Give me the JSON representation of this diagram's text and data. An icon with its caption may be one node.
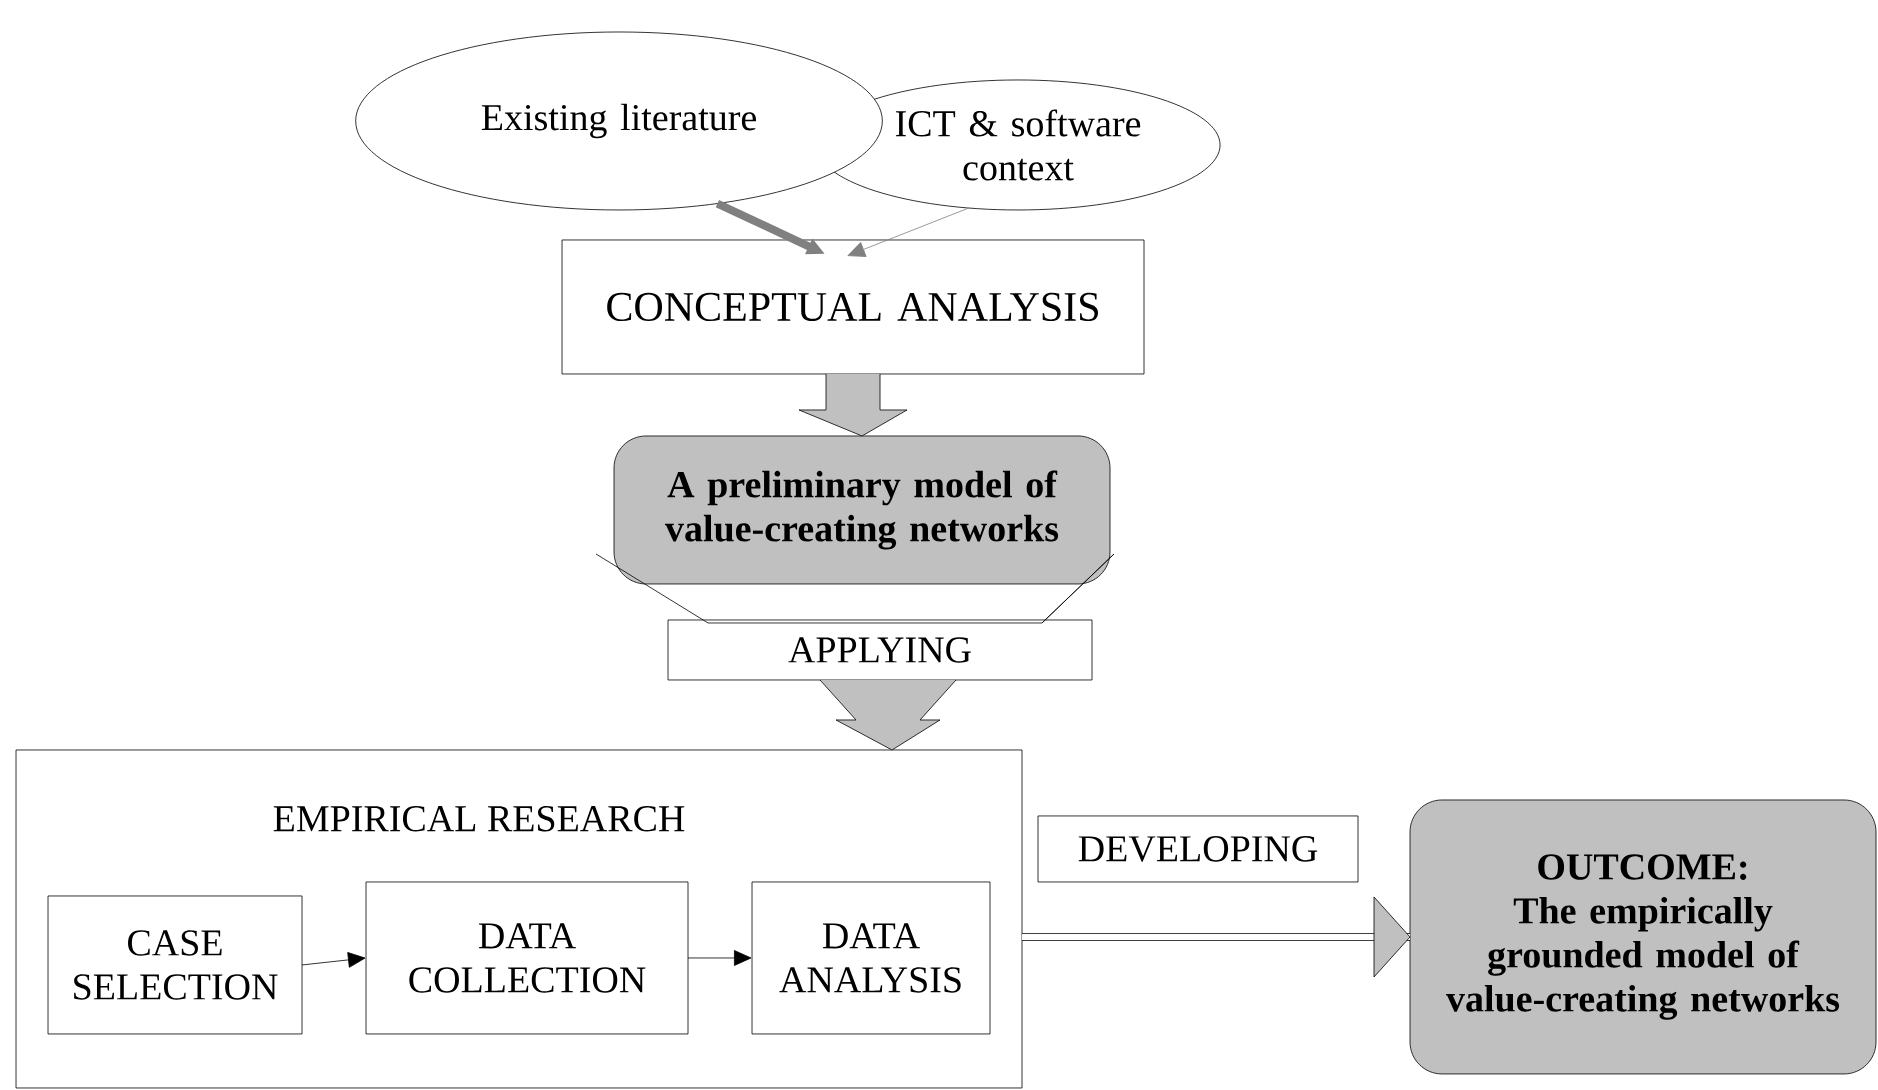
{
  "diagram": {
    "nodes": [
      {
        "text": [
          "Existing literature"
        ]
      },
      {
        "text": [
          "ICT & software context"
        ]
      },
      {
        "text": [
          "CONCEPTUAL ANALYSIS"
        ]
      },
      {
        "text": [
          "A preliminary model of value-creating networks"
        ]
      },
      {
        "text": [
          "APPLYING"
        ]
      },
      {
        "text": [
          "EMPIRICAL RESEARCH"
        ]
      },
      {
        "text": [
          "CASE SELECTION"
        ],
        "in": 5
      },
      {
        "text": [
          "DATA COLLECTION"
        ],
        "in": 5
      },
      {
        "text": [
          "DATA ANALYSIS"
        ],
        "in": 5
      },
      {
        "text": [
          "DEVELOPING"
        ]
      },
      {
        "text": [
          "OUTCOME:",
          "The empirically grounded model of value-creating networks"
        ]
      }
    ],
    "edges": [
      {
        "from": 0,
        "to": 2,
        "arrow": "to",
        "style": "thick",
        "color": "#808080"
      },
      {
        "from": 1,
        "to": 2,
        "arrow": "to",
        "color": "#808080"
      },
      {
        "from": 2,
        "to": 3,
        "arrow": "to"
      },
      {
        "from": 3,
        "to": 4,
        "arrow": "none"
      },
      {
        "from": 4,
        "to": 5,
        "arrow": "to"
      },
      {
        "from": 6,
        "to": 7,
        "arrow": "to"
      },
      {
        "from": 7,
        "to": 8,
        "arrow": "to"
      },
      {
        "from": 5,
        "to": 10,
        "arrow": "to",
        "style": "thick"
      }
    ]
  }
}
